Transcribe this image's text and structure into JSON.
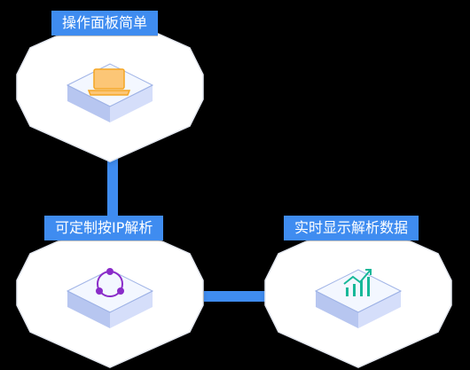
{
  "nodes": [
    {
      "label": "操作面板简单",
      "icon": "laptop-icon"
    },
    {
      "label": "可定制按IP解析",
      "icon": "share-network-icon"
    },
    {
      "label": "实时显示解析数据",
      "icon": "bar-chart-icon"
    }
  ],
  "colors": {
    "label_bg": "#3f8cf0",
    "connector": "#3f8cf0",
    "laptop_fill": "#fcc676",
    "laptop_stroke": "#f5a623",
    "share_icon": "#8a2cc9",
    "chart_icon": "#17b899",
    "tile_top": "#f3f7ff",
    "tile_side": "#c7d4f6"
  }
}
